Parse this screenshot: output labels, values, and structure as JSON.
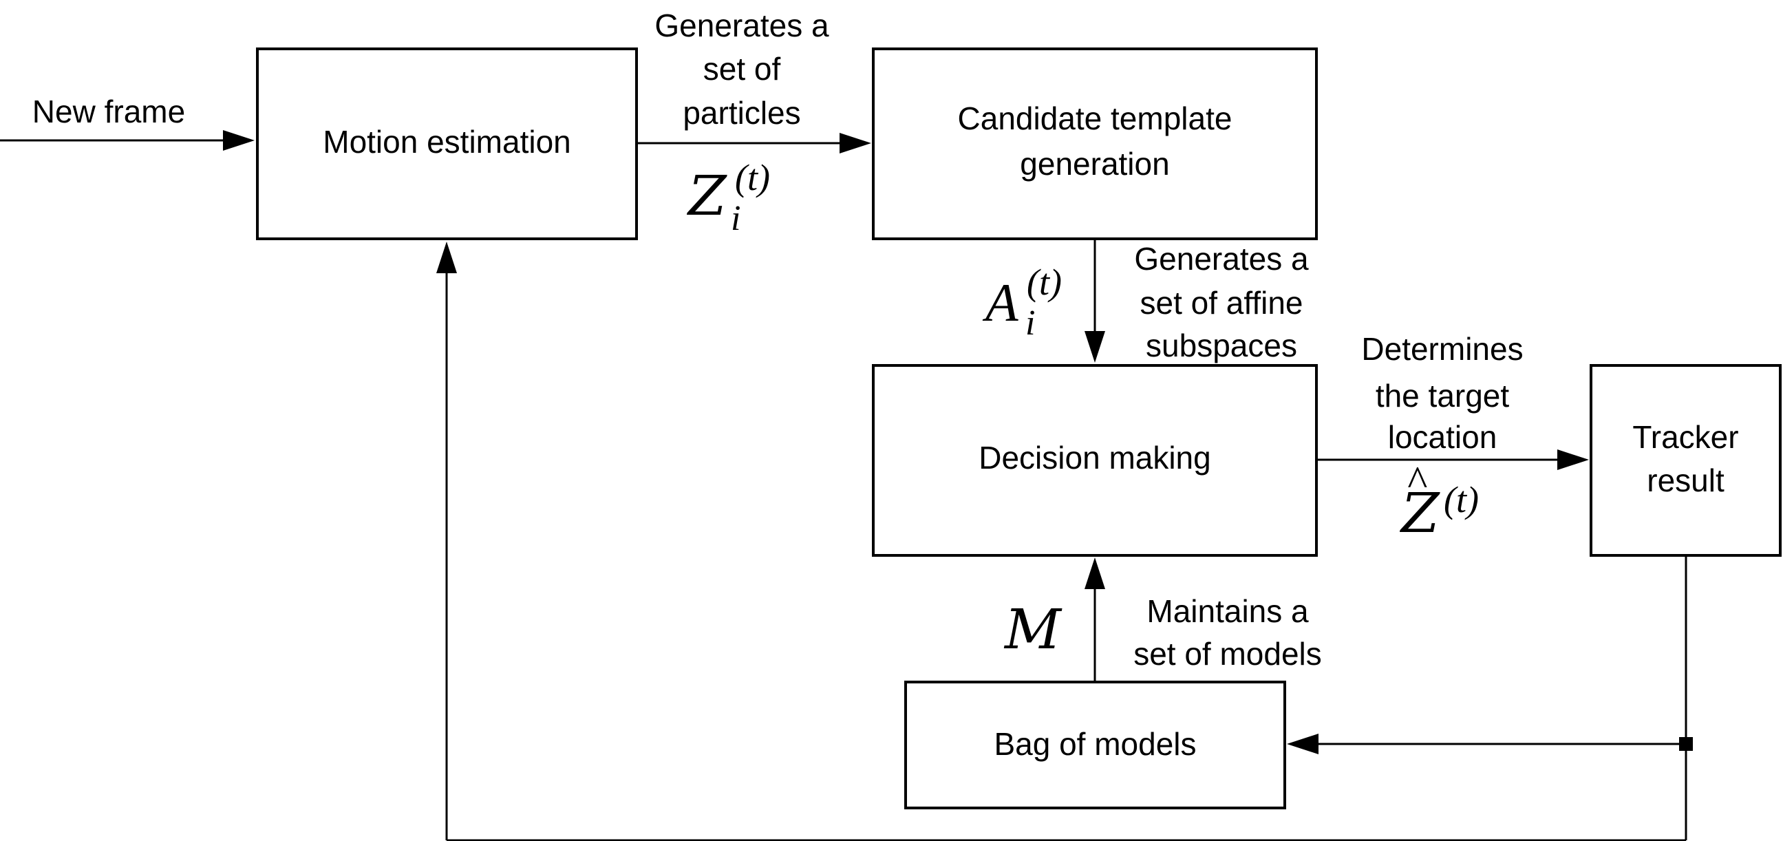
{
  "boxes": {
    "motion": {
      "lines": [
        "Motion estimation"
      ]
    },
    "candidate": {
      "lines": [
        "Candidate template",
        "generation"
      ]
    },
    "decision": {
      "lines": [
        "Decision making"
      ]
    },
    "tracker": {
      "lines": [
        "Tracker",
        "result"
      ]
    },
    "bag": {
      "lines": [
        "Bag of models"
      ]
    }
  },
  "edges": {
    "new_frame": {
      "label": [
        "New frame"
      ]
    },
    "particles": {
      "label": [
        "Generates a",
        "set of",
        "particles"
      ],
      "symbol": {
        "base": "Z",
        "sub": "i",
        "sup": "(t)"
      }
    },
    "affine": {
      "label": [
        "Generates a",
        "set of affine",
        "subspaces"
      ],
      "symbol": {
        "base": "A",
        "sub": "i",
        "sup": "(t)"
      }
    },
    "target": {
      "label": [
        "Determines",
        "the target",
        "location"
      ],
      "symbol": {
        "base": "Z",
        "hat": "^",
        "sup": "(t)"
      }
    },
    "models": {
      "label": [
        "Maintains a",
        "set of models"
      ],
      "symbol": {
        "base": "M"
      }
    }
  }
}
